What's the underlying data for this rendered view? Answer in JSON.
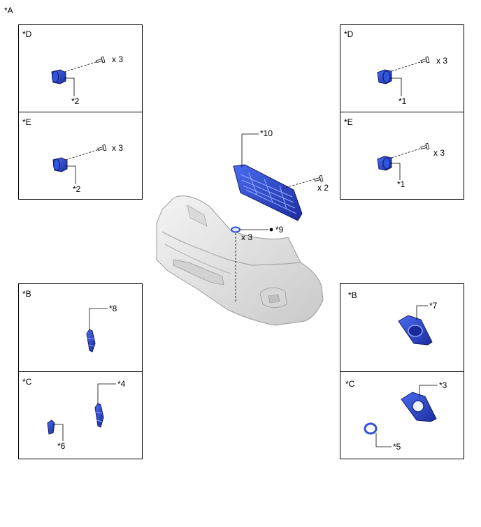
{
  "diagram": {
    "corner_label": "*A",
    "panels": {
      "left_d": {
        "tag": "*D",
        "callout": "*2",
        "qty": "x 3"
      },
      "left_e": {
        "tag": "*E",
        "callout": "*2",
        "qty": "x 3"
      },
      "right_d": {
        "tag": "*D",
        "callout": "*1",
        "qty": "x 3"
      },
      "right_e": {
        "tag": "*E",
        "callout": "*1",
        "qty": "x 3"
      },
      "left_b": {
        "tag": "*B",
        "callout": "*8"
      },
      "left_c": {
        "tag": "*C",
        "callout_a": "*4",
        "callout_b": "*6"
      },
      "right_b": {
        "tag": "*B",
        "callout": "*7"
      },
      "right_c": {
        "tag": "*C",
        "callout_a": "*3",
        "callout_b": "*5"
      }
    },
    "center": {
      "grille_callout": "*10",
      "grille_qty": "x 2",
      "clip_callout": "*9",
      "clip_qty": "x 3"
    },
    "colors": {
      "part_blue": "#2f4fd8",
      "part_dark": "#1a2a8a",
      "bumper": "#e6e6e6",
      "outline": "#000000"
    }
  }
}
